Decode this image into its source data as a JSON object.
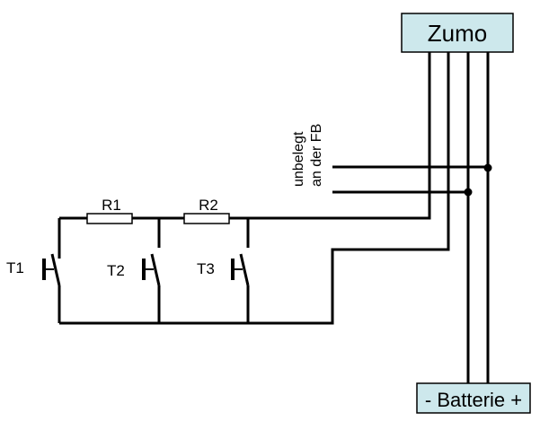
{
  "module_top": {
    "label": "Zumo"
  },
  "module_bottom": {
    "label": "- Batterie +"
  },
  "colors": {
    "box_fill": "#cde8ec",
    "wire": "#000000",
    "resistor_fill": "#ffffff"
  },
  "resistors": [
    {
      "label": "R1"
    },
    {
      "label": "R2"
    }
  ],
  "switches": [
    {
      "label": "T1"
    },
    {
      "label": "T2"
    },
    {
      "label": "T3"
    }
  ],
  "note": {
    "line1": "unbelegt",
    "line2": "an der FB"
  }
}
